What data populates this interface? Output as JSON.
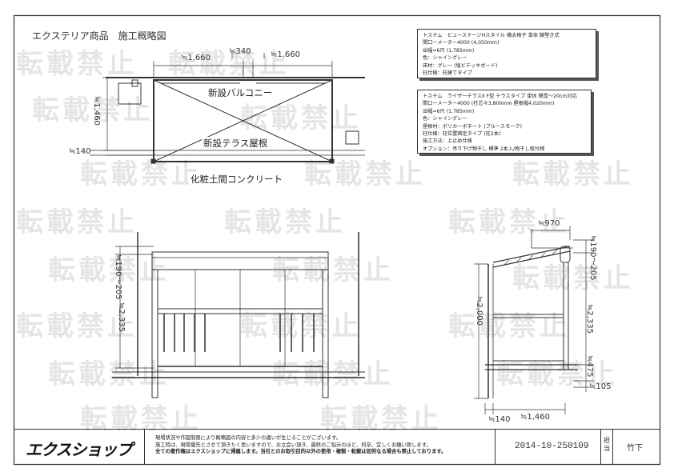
{
  "header": {
    "title": "エクステリア商品　施工概略図"
  },
  "spec_box_1": {
    "lines": [
      "トステム　ビューステージHスタイル 横太格子 単体 腰壁き式",
      "間口ーメーター4000 (4,050mm)",
      "出幅=6尺 (1,785mm)",
      "色：シャイングレー",
      "床材：グレー (塩ビデッキボード)",
      "柱仕様：柱建てタイプ"
    ]
  },
  "spec_box_2": {
    "lines": [
      "トステム　ライザーテラスII F型 テラスタイプ 単体 積雪〜20cm対応",
      "間口ーメーター4000 (柱芯々3,800mm 屋根幅4,020mm)",
      "出幅=6尺 (1,785mm)",
      "色：シャイングレー",
      "屋根材：ポリカーボネート (ブルースモーク)",
      "柱仕様：柱位置固定タイプ (柱2本)",
      "施工方法：上止め仕様",
      "オプション：吊り下げ物干し 標準 2本入/物干し取付桟"
    ]
  },
  "plan": {
    "dim_left": "≒1,660",
    "dim_center": "≒340",
    "dim_right": "≒1,660",
    "dim_height": "≒1,460",
    "dim_offset": "≒140",
    "label_balcony": "新設バルコニー",
    "label_terrace": "新設テラス屋根",
    "label_floor": "化粧土間コンクリート"
  },
  "front": {
    "dim_top": "≒190〜205",
    "dim_height": "≒2,335"
  },
  "side": {
    "dim_width": "≒970",
    "dim_top": "≒190〜205",
    "dim_total": "≒2,000",
    "dim_height": "≒2,335",
    "dim_step": "≒475",
    "dim_base": "≒105",
    "dim_bottom_left": "≒140",
    "dim_bottom_right": "≒1,460"
  },
  "watermark": {
    "text": "転載禁止"
  },
  "footer": {
    "logo": "エクスショップ",
    "note_line_1": "現場状況や作図制限により概略図の内容と多少の違いが生じることがございます。",
    "note_line_2": "施工時は、現場優先とさせて頂きたく思いますので、お立会い頂き、最終のご指示のほど、何卒、宜しくお願い致します。",
    "note_line_3": "全ての著作権はエクスショップに帰属します。当社とのお取引目的以外の使用・複製・転載は如何なる場合も禁止しております。",
    "code": "2014-10-250109",
    "tanto": "担当",
    "person": "竹下"
  }
}
